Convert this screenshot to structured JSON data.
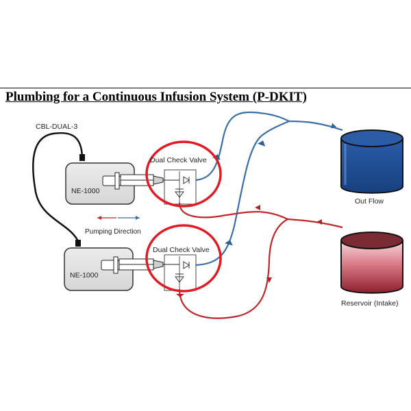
{
  "title": "Plumbing for a Continuous Infusion System (P-DKIT)",
  "labels": {
    "cable": "CBL-DUAL-3",
    "pump_top": "NE-1000",
    "pump_bottom": "NE-1000",
    "valve_top": "Dual Check Valve",
    "valve_bottom": "Dual Check Valve",
    "pumping_direction": "Pumping Direction",
    "out_flow": "Out Flow",
    "reservoir": "Reservoir (Intake)"
  },
  "colors": {
    "outflow_line": "#3a6ea5",
    "intake_line": "#c0262c",
    "highlight_ring": "#e01b24",
    "pump_fill": "#e2e2e2",
    "out_flow_tank": "#2f63b0",
    "reservoir_tank": "#a8333f"
  }
}
